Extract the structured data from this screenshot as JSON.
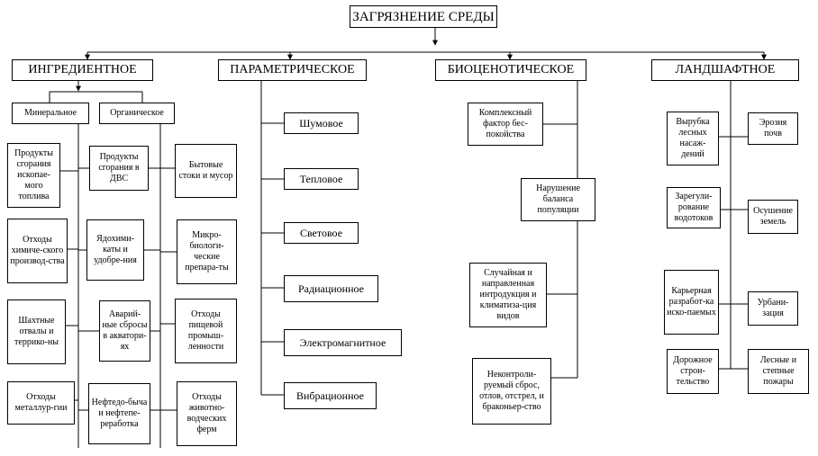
{
  "diagram": {
    "root": "ЗАГРЯЗНЕНИЕ СРЕДЫ",
    "categories": {
      "ingredient": {
        "title": "ИНГРЕДИЕНТНОЕ",
        "mineral": {
          "title": "Минеральное",
          "items": [
            "Продукты сгорания ископае-мого топлива",
            "Отходы химиче-ского производ-ства",
            "Шахтные отвалы и террико-ны",
            "Отходы металлур-гии"
          ]
        },
        "organic": {
          "title": "Органическое",
          "items": [
            "Бытовые стоки и мусор",
            "Микро-биологи-ческие препара-ты",
            "Отходы пищевой промыш-ленности",
            "Отходы животно-водческих ферм"
          ]
        },
        "mixed": [
          "Продукты сгорания в ДВС",
          "Ядохими-каты и удобре-ния",
          "Аварий-ные сбросы в акватори-ях",
          "Нефтедо-быча и нефтепе-реработка"
        ]
      },
      "parametric": {
        "title": "ПАРАМЕТРИЧЕСКОЕ",
        "items": [
          "Шумовое",
          "Тепловое",
          "Световое",
          "Радиационное",
          "Электромагнитное",
          "Вибрационное"
        ]
      },
      "biocenotic": {
        "title": "БИОЦЕНОТИЧЕСКОЕ",
        "items": [
          "Комплексный фактор бес-покойства",
          "Нарушение баланса популяции",
          "Случайная и направленная интродукция и климатиза-ция видов",
          "Неконтроли-руемый сброс, отлов, отстрел, и браконьер-ство"
        ]
      },
      "landscape": {
        "title": "ЛАНДШАФТНОЕ",
        "left": [
          "Вырубка лесных насаж-дений",
          "Зарегули-рование водотоков",
          "Карьерная разработ-ка иско-паемых",
          "Дорожное строи-тельство"
        ],
        "right": [
          "Эрозия почв",
          "Осушение земель",
          "Урбани-зация",
          "Лесные и степные пожары"
        ]
      }
    }
  }
}
